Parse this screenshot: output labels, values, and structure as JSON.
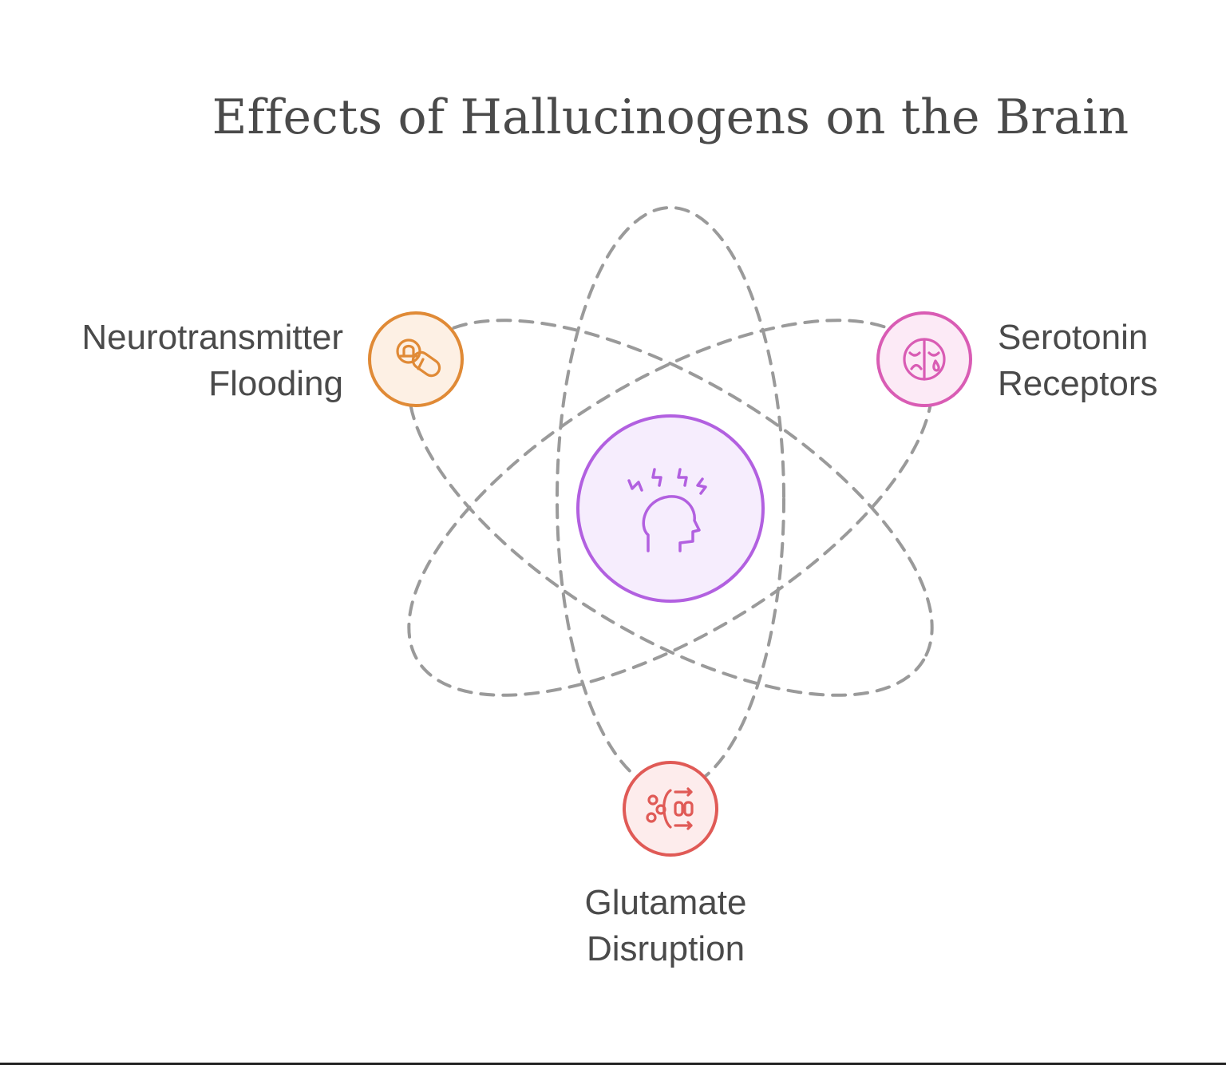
{
  "title": "Effects of Hallucinogens on the Brain",
  "center": {
    "icon": "head-lightning-icon",
    "stroke": "#b260e0",
    "fill": "#f6edfd"
  },
  "nodes": [
    {
      "id": "neurotransmitter",
      "label_lines": [
        "Neurotransmitter",
        "Flooding"
      ],
      "icon": "pills-icon",
      "stroke": "#e08a36",
      "fill": "#fdf0e4"
    },
    {
      "id": "serotonin",
      "label_lines": [
        "Serotonin",
        "Receptors"
      ],
      "icon": "face-mood-icon",
      "stroke": "#d95cb4",
      "fill": "#fceaf6"
    },
    {
      "id": "glutamate",
      "label_lines": [
        "Glutamate",
        "Disruption"
      ],
      "icon": "cell-flow-icon",
      "stroke": "#e05a56",
      "fill": "#fdecec"
    }
  ],
  "orbit_color": "#9a9a9a"
}
